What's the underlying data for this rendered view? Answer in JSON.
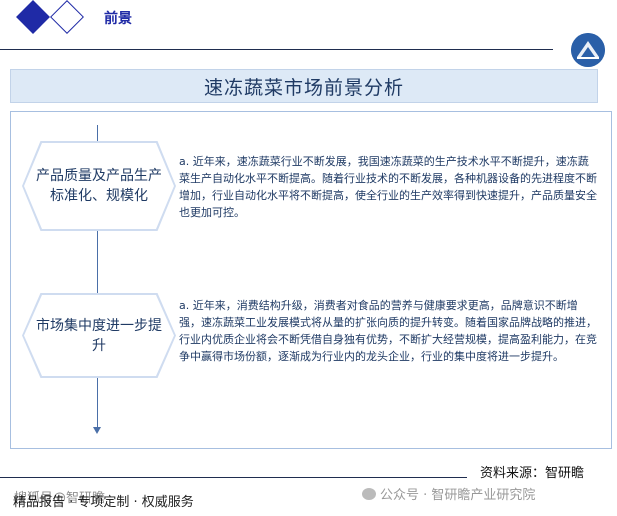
{
  "header": {
    "title": "前景"
  },
  "banner": {
    "title": "速冻蔬菜市场前景分析"
  },
  "items": [
    {
      "label": "产品质量及产品生产标准化、规模化",
      "text": "a. 近年来，速冻蔬菜行业不断发展，我国速冻蔬菜的生产技术水平不断提升，速冻蔬菜生产自动化水平不断提高。随着行业技术的不断发展，各种机器设备的先进程度不断增加，行业自动化水平将不断提高，使全行业的生产效率得到快速提升，产品质量安全也更加可控。"
    },
    {
      "label": "市场集中度进一步提升",
      "text": "a. 近年来，消费结构升级，消费者对食品的营养与健康要求更高，品牌意识不断增强，速冻蔬菜工业发展模式将从量的扩张向质的提升转变。随着国家品牌战略的推进，行业内优质企业将会不断凭借自身独有优势，不断扩大经营规模，提高盈利能力，在竞争中赢得市场份额，逐渐成为行业内的龙头企业，行业的集中度将进一步提升。"
    }
  ],
  "footer": {
    "source": "资料来源：智研瞻",
    "left_text": "精品报告 · 专项定制 · 权威服务",
    "left_overlay": "搜狐号@智研瞻",
    "wechat": "公众号 · 智研瞻产业研究院"
  },
  "colors": {
    "primary": "#1f2aa6",
    "text": "#1f3a64",
    "banner_bg": "#dde9f6"
  }
}
